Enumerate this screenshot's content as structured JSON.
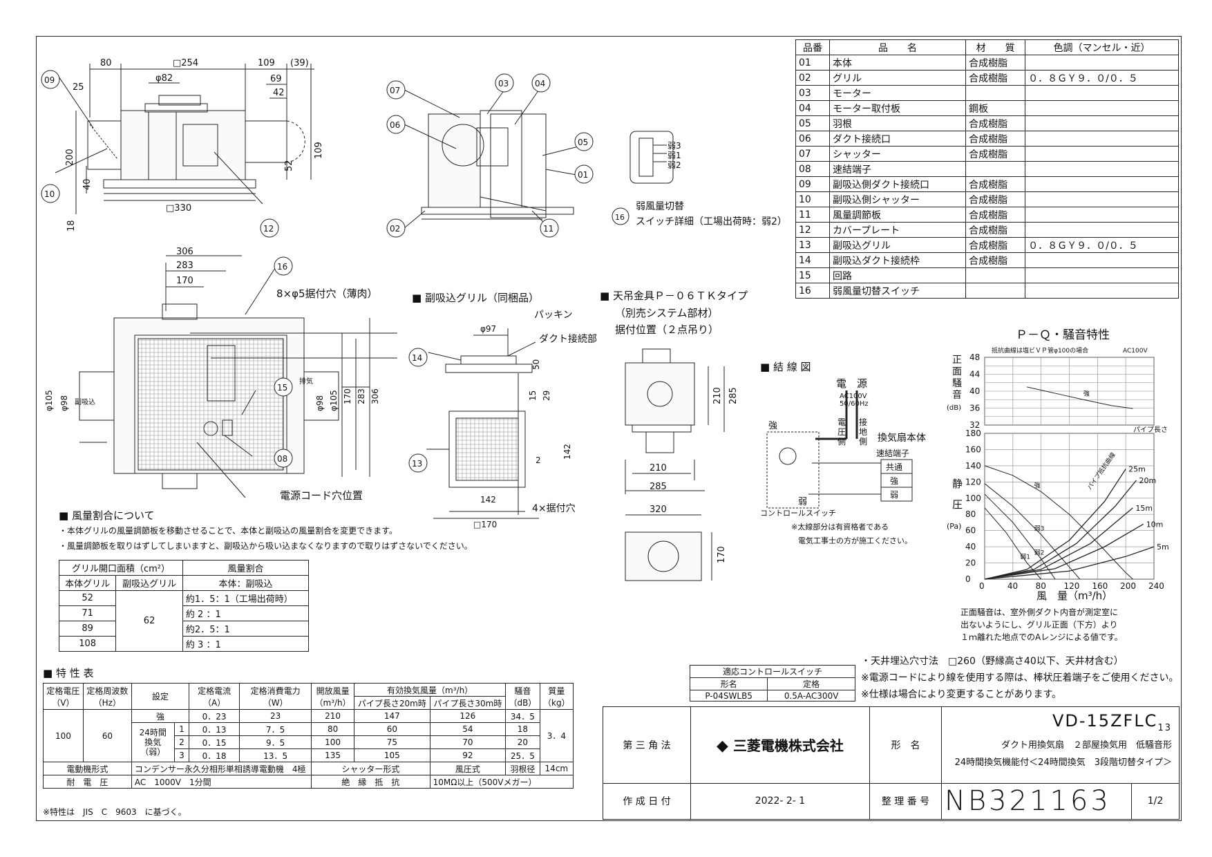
{
  "parts_table": {
    "headers": [
      "品番",
      "品　　名",
      "材　　質",
      "色調（マンセル・近）"
    ],
    "rows": [
      [
        "01",
        "本体",
        "合成樹脂",
        ""
      ],
      [
        "02",
        "グリル",
        "合成樹脂",
        "０．８ＧＹ９．０/０．５"
      ],
      [
        "03",
        "モーター",
        "",
        ""
      ],
      [
        "04",
        "モーター取付板",
        "鋼板",
        ""
      ],
      [
        "05",
        "羽根",
        "合成樹脂",
        ""
      ],
      [
        "06",
        "ダクト接続口",
        "合成樹脂",
        ""
      ],
      [
        "07",
        "シャッター",
        "合成樹脂",
        ""
      ],
      [
        "08",
        "速結端子",
        "",
        ""
      ],
      [
        "09",
        "副吸込側ダクト接続口",
        "合成樹脂",
        ""
      ],
      [
        "10",
        "副吸込側シャッター",
        "合成樹脂",
        ""
      ],
      [
        "11",
        "風量調節板",
        "合成樹脂",
        ""
      ],
      [
        "12",
        "カバープレート",
        "合成樹脂",
        ""
      ],
      [
        "13",
        "副吸込グリル",
        "合成樹脂",
        "０．８ＧＹ９．０/０．５"
      ],
      [
        "14",
        "副吸込ダクト接続枠",
        "合成樹脂",
        ""
      ],
      [
        "15",
        "回路",
        "",
        ""
      ],
      [
        "16",
        "弱風量切替スイッチ",
        "",
        ""
      ]
    ]
  },
  "top_view": {
    "dims": [
      "80",
      "□254",
      "109",
      "(39)",
      "25",
      "φ82",
      "69",
      "42",
      "200",
      "40",
      "52",
      "109",
      "18",
      "□330"
    ],
    "callouts": [
      "09",
      "10",
      "12"
    ]
  },
  "section_view": {
    "callouts": [
      "07",
      "03",
      "04",
      "06",
      "05",
      "01",
      "02",
      "11"
    ]
  },
  "switch_detail": {
    "labels": [
      "弱3",
      "弱1",
      "弱2"
    ],
    "callout": "16",
    "caption1": "弱風量切替",
    "caption2": "スイッチ詳細（工場出荷時：弱2）"
  },
  "bottom_view": {
    "dims": [
      "306",
      "283",
      "170",
      "φ105",
      "φ98",
      "φ98",
      "φ105",
      "170",
      "283",
      "306"
    ],
    "hole_note": "8×φ5据付穴（薄肉）",
    "left_label": "副吸込",
    "right_label": "排気",
    "callouts": [
      "16",
      "15",
      "08"
    ],
    "cord_label": "電源コード穴位置"
  },
  "sub_grille": {
    "title": "■ 副吸込グリル（同梱品）",
    "labels": [
      "パッキン",
      "ダクト接続部",
      "φ97",
      "50",
      "15",
      "29",
      "142",
      "2",
      "142",
      "□170",
      "4×据付穴"
    ],
    "callouts": [
      "14",
      "13"
    ]
  },
  "hanger": {
    "title": "■ 天吊金具Ｐ－０６ＴＫタイプ",
    "sub1": "（別売システム部材）",
    "sub2": "据付位置（２点吊り）",
    "dims": [
      "210",
      "285",
      "210",
      "285",
      "320",
      "170"
    ]
  },
  "wiring": {
    "title": "■ 結 線 図",
    "source": "電　源",
    "voltage1": "AC100V",
    "voltage2": "50/60Hz",
    "v_labels": [
      "電",
      "圧",
      "側",
      "接",
      "地",
      "側"
    ],
    "strong": "強",
    "weak": "弱",
    "body": "換気扇本体",
    "terminal": "速結端子",
    "tcells": [
      "共通",
      "強",
      "弱"
    ],
    "switch_label": "コントロールスイッチ",
    "note1": "※太線部分は有資格者である",
    "note2": "電気工事士の方が施工ください。"
  },
  "chart_data": {
    "type": "line",
    "title": "Ｐ－Ｑ・騒音特性",
    "noise_note": "抵抗曲線は塩ビＶＰ管φ100の場合",
    "voltage": "AC100V",
    "noise_ylabel": [
      "正",
      "面",
      "騒",
      "音",
      "(dB)"
    ],
    "noise_yticks": [
      32,
      36,
      40,
      44,
      48
    ],
    "noise_ylim": [
      32,
      48
    ],
    "noise_series": [
      {
        "name": "強",
        "x": [
          60,
          100,
          140,
          180,
          210
        ],
        "y": [
          41.0,
          39.5,
          38.0,
          36.6,
          35.9
        ]
      }
    ],
    "pq_ylabel": [
      "静",
      "圧",
      "(Pa)"
    ],
    "pq_yticks": [
      0,
      20,
      40,
      60,
      80,
      100,
      120,
      140,
      160,
      180
    ],
    "pq_ylim": [
      0,
      180
    ],
    "xlabel": "風　量（m³/h）",
    "xticks": [
      0,
      40,
      80,
      120,
      160,
      200,
      240
    ],
    "xlim": [
      0,
      240
    ],
    "series": [
      {
        "name": "強",
        "x": [
          0,
          40,
          80,
          120,
          160,
          200,
          210
        ],
        "y": [
          140,
          128,
          108,
          80,
          45,
          8,
          0
        ]
      },
      {
        "name": "弱3",
        "x": [
          0,
          40,
          80,
          120,
          135
        ],
        "y": [
          118,
          90,
          55,
          15,
          0
        ]
      },
      {
        "name": "弱2",
        "x": [
          0,
          40,
          80,
          100
        ],
        "y": [
          105,
          70,
          25,
          0
        ]
      },
      {
        "name": "弱1",
        "x": [
          0,
          30,
          60,
          80
        ],
        "y": [
          88,
          58,
          20,
          0
        ]
      }
    ],
    "resistance": [
      {
        "name": "25m",
        "x": [
          0,
          60,
          120,
          170,
          200
        ],
        "y": [
          0,
          12,
          48,
          96,
          136
        ]
      },
      {
        "name": "20m",
        "x": [
          0,
          70,
          130,
          185,
          215
        ],
        "y": [
          0,
          12,
          44,
          90,
          122
        ]
      },
      {
        "name": "15m",
        "x": [
          0,
          80,
          150,
          210
        ],
        "y": [
          0,
          12,
          44,
          88
        ]
      },
      {
        "name": "10m",
        "x": [
          0,
          100,
          170,
          225
        ],
        "y": [
          0,
          13,
          40,
          68
        ]
      },
      {
        "name": "5m",
        "x": [
          0,
          120,
          200,
          240
        ],
        "y": [
          0,
          10,
          28,
          40
        ]
      }
    ],
    "pipe_label": "パイプ長さ",
    "resistance_label": "パイプ抵抗曲線",
    "grid": true,
    "footnote": [
      "正面騒音は、室外側ダクト内音が測定室に",
      "出ないようにし、グリル正面（下方）より",
      "１ｍ離れた地点でのAレンジによる値です。"
    ]
  },
  "airflow": {
    "title": "■ 風量割合について",
    "note1": "・本体グリルの風量調節板を移動させることで、本体と副吸込の風量割合を変更できます。",
    "note2": "・風量調節板を取りはずしてしまいますと、副吸込から吸い込まなくなりますので取りはずさないでください。",
    "h_area": "グリル開口面積（cm²）",
    "h_ratio": "風量割合",
    "h_main": "本体グリル",
    "h_sub": "副吸込グリル",
    "h_ratio2": "本体：副吸込",
    "sub_value": "62",
    "rows": [
      [
        "52",
        "約1．5：1（工場出荷時）"
      ],
      [
        "71",
        "約 2 ：1"
      ],
      [
        "89",
        "約2．5：1"
      ],
      [
        "108",
        "約 3 ：1"
      ]
    ]
  },
  "spec": {
    "title": "■ 特 性 表",
    "h": [
      "定格電圧\n（V）",
      "定格周波数\n（Hz）",
      "設定",
      "定格電流\n（A）",
      "定格消費電力\n（W）",
      "開放風量\n（m³/h）",
      "有効換気風量（m³/h）",
      "騒音\n（dB）",
      "質量\n（kg）"
    ],
    "h_sub": [
      "パイプ長さ20m時",
      "パイプ長さ30m時"
    ],
    "voltage": "100",
    "freq": "60",
    "mass": "3．4",
    "setting_24": "24時間\n換気\n（弱）",
    "rows": [
      [
        "強",
        "",
        "0．23",
        "23",
        "210",
        "147",
        "126",
        "34．5"
      ],
      [
        "",
        "1",
        "0．13",
        "7．5",
        "80",
        "60",
        "54",
        "18"
      ],
      [
        "",
        "2",
        "0．15",
        "9．5",
        "100",
        "75",
        "70",
        "20"
      ],
      [
        "",
        "3",
        "0．18",
        "13．5",
        "135",
        "105",
        "92",
        "25．5"
      ]
    ],
    "motor_label": "電動機形式",
    "motor_value": "コンデンサー永久分相形単相誘導電動機　4極",
    "shutter_label": "シャッター形式",
    "shutter_value": "風圧式",
    "blade_label": "羽根径",
    "blade_value": "14cm",
    "withstand_label": "耐　電　圧",
    "withstand_value": "AC　1000V　1分間",
    "insulation_label": "絶　縁　抵　抗",
    "insulation_value": "10MΩ以上（500Vメガー）",
    "footnote": "※特性は　JIS　C　9603　に基づく。"
  },
  "control_switch": {
    "title": "適応コントロールスイッチ",
    "h_model": "形名",
    "h_rating": "定格",
    "model": "P-04SWLB5",
    "rating": "0.5A-AC300V"
  },
  "notes": [
    "・天井埋込穴寸法　□260（野縁高さ40以下、天井材含む）",
    "※電源コードにより線を使用する際は、棒状圧着端子をご使用ください。",
    "※仕様は場合により変更することがあります。"
  ],
  "title_block": {
    "projection": "第 三 角 法",
    "company": "三菱電機株式会社",
    "model_label": "形　名",
    "model": "VD-15ZFLC",
    "model_sub": "13",
    "desc1": "ダクト用換気扇　２部屋換気用　低騒音形",
    "desc2": "24時間換気機能付＜24時間換気　3段階切替タイプ＞",
    "date_label": "作 成 日 付",
    "date": "2022- 2- 1",
    "number_label": "整 理 番 号",
    "number": "NB321163",
    "page": "1/2"
  }
}
